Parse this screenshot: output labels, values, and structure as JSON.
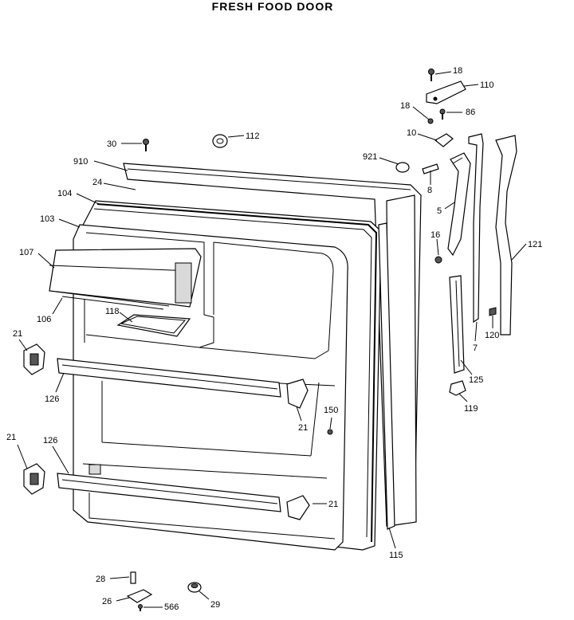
{
  "title": "FRESH FOOD DOOR",
  "callouts": [
    {
      "id": "c-18a",
      "text": "18"
    },
    {
      "id": "c-110",
      "text": "110"
    },
    {
      "id": "c-18b",
      "text": "18"
    },
    {
      "id": "c-86",
      "text": "86"
    },
    {
      "id": "c-10",
      "text": "10"
    },
    {
      "id": "c-921",
      "text": "921"
    },
    {
      "id": "c-8",
      "text": "8"
    },
    {
      "id": "c-5",
      "text": "5"
    },
    {
      "id": "c-16",
      "text": "16"
    },
    {
      "id": "c-121",
      "text": "121"
    },
    {
      "id": "c-7",
      "text": "7"
    },
    {
      "id": "c-120",
      "text": "120"
    },
    {
      "id": "c-125",
      "text": "125"
    },
    {
      "id": "c-119",
      "text": "119"
    },
    {
      "id": "c-30",
      "text": "30"
    },
    {
      "id": "c-112",
      "text": "112"
    },
    {
      "id": "c-910",
      "text": "910"
    },
    {
      "id": "c-24",
      "text": "24"
    },
    {
      "id": "c-104",
      "text": "104"
    },
    {
      "id": "c-103",
      "text": "103"
    },
    {
      "id": "c-107",
      "text": "107"
    },
    {
      "id": "c-106",
      "text": "106"
    },
    {
      "id": "c-118",
      "text": "118"
    },
    {
      "id": "c-21a",
      "text": "21"
    },
    {
      "id": "c-126a",
      "text": "126"
    },
    {
      "id": "c-21b",
      "text": "21"
    },
    {
      "id": "c-150",
      "text": "150"
    },
    {
      "id": "c-21c",
      "text": "21"
    },
    {
      "id": "c-126b",
      "text": "126"
    },
    {
      "id": "c-21d",
      "text": "21"
    },
    {
      "id": "c-115",
      "text": "115"
    },
    {
      "id": "c-28",
      "text": "28"
    },
    {
      "id": "c-26",
      "text": "26"
    },
    {
      "id": "c-566",
      "text": "566"
    },
    {
      "id": "c-29",
      "text": "29"
    }
  ]
}
